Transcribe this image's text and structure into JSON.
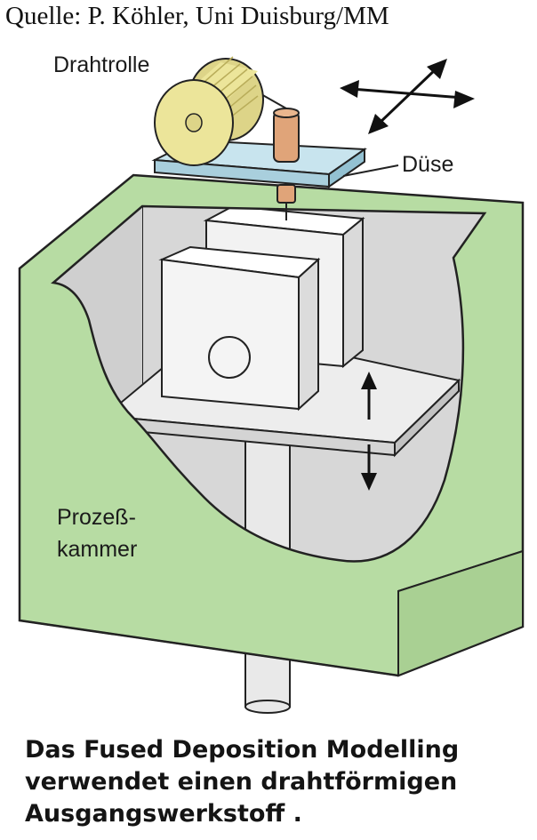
{
  "source": "Quelle: P. Köhler, Uni Duisburg/MM",
  "labels": {
    "drahtrolle": "Drahtrolle",
    "duese": "Düse",
    "kammer_line1": "Prozeß-",
    "kammer_line2": "kammer"
  },
  "caption": {
    "line1": "Das Fused Deposition Modelling",
    "line2": "verwendet einen drahtförmigen",
    "line3": "Ausgangswerkstoff ."
  },
  "colors": {
    "chamber": "#b7dca3",
    "spool": "#ece59a",
    "nozzle": "#e0a479",
    "plate": "#c8e4ee",
    "interior": "#d9d9d9",
    "model": "#f2f2f2"
  }
}
